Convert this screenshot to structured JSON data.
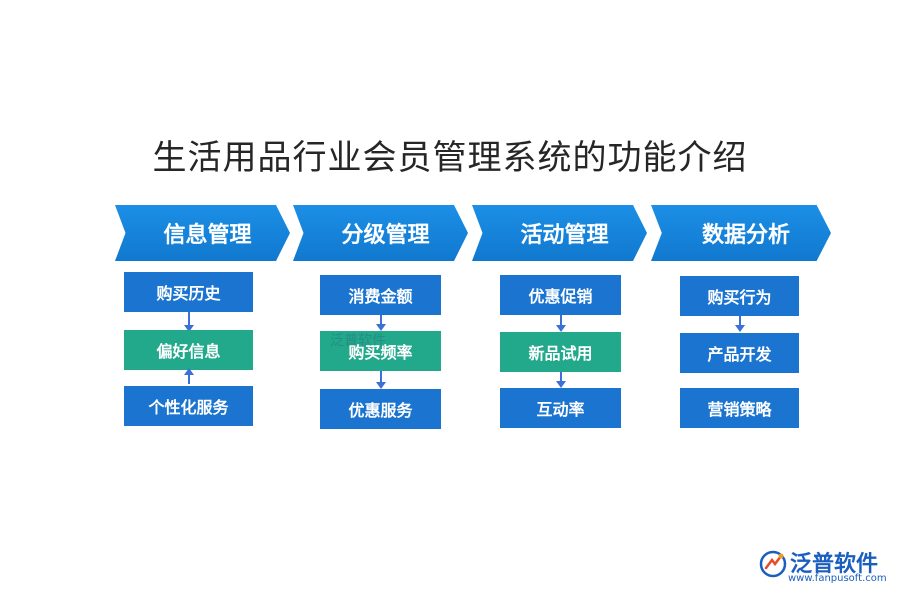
{
  "title": "生活用品行业会员管理系统的功能介绍",
  "stages": [
    {
      "label": "信息管理"
    },
    {
      "label": "分级管理"
    },
    {
      "label": "活动管理"
    },
    {
      "label": "数据分析"
    }
  ],
  "columns": [
    {
      "items": [
        "购买历史",
        "偏好信息",
        "个性化服务"
      ]
    },
    {
      "items": [
        "消费金额",
        "购买频率",
        "优惠服务"
      ]
    },
    {
      "items": [
        "优惠促销",
        "新品试用",
        "互动率"
      ]
    },
    {
      "items": [
        "购买行为",
        "产品开发",
        "营销策略"
      ]
    }
  ],
  "colors": {
    "chevron": "#1a82dc",
    "box_blue": "#1a74d0",
    "box_teal": "#22a98b",
    "arrow": "#3c6fd8"
  },
  "logo": {
    "text": "泛普软件",
    "url": "www.fanpusoft.com"
  },
  "watermark": "泛普软件"
}
